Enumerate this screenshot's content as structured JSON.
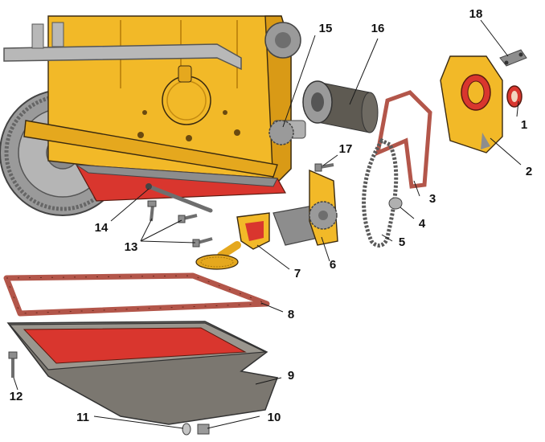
{
  "palette": {
    "engine_yellow": "#f2b928",
    "engine_shade": "#d99a16",
    "cast_gray": "#8d8d8d",
    "oil_red": "#d9362e",
    "gasket_red": "#b3564a",
    "pan_gray": "#7b7770",
    "outline": "#3a2a10"
  },
  "labels": {
    "l1": "1",
    "l2": "2",
    "l3": "3",
    "l4": "4",
    "l5": "5",
    "l6": "6",
    "l7": "7",
    "l8": "8",
    "l9": "9",
    "l10": "10",
    "l11": "11",
    "l12": "12",
    "l13": "13",
    "l14": "14",
    "l15": "15",
    "l16": "16",
    "l17": "17",
    "l18": "18"
  }
}
